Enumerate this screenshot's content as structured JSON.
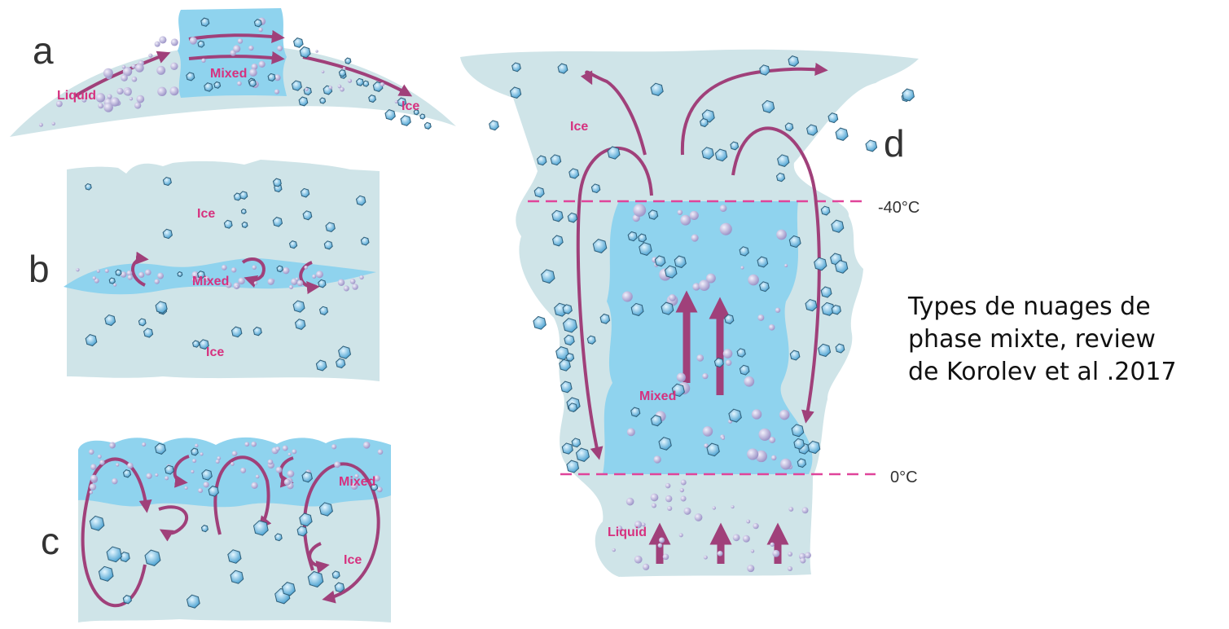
{
  "panels": {
    "a": {
      "letter": "a",
      "label_liquid": "Liquid",
      "label_mixed": "Mixed",
      "label_ice": "Ice"
    },
    "b": {
      "letter": "b",
      "label_ice_top": "Ice",
      "label_mixed": "Mixed",
      "label_ice_bottom": "Ice"
    },
    "c": {
      "letter": "c",
      "label_mixed": "Mixed",
      "label_ice": "Ice"
    },
    "d": {
      "letter": "d",
      "label_ice": "Ice",
      "label_mixed": "Mixed",
      "label_liquid": "Liquid",
      "isotherm_top": "-40°C",
      "isotherm_bottom": "0°C"
    }
  },
  "caption_lines": [
    "Types de nuages de",
    "phase mixte, review",
    "de Korolev et al .2017"
  ],
  "colors": {
    "cloud_ice": "#cfe4e8",
    "mixed_zone": "#8fd3ee",
    "arrow": "#a0407a",
    "label": "#d6317f",
    "isotherm": "#e0449a",
    "crystal": "#5fb2db",
    "droplet": "#b3acd6"
  }
}
